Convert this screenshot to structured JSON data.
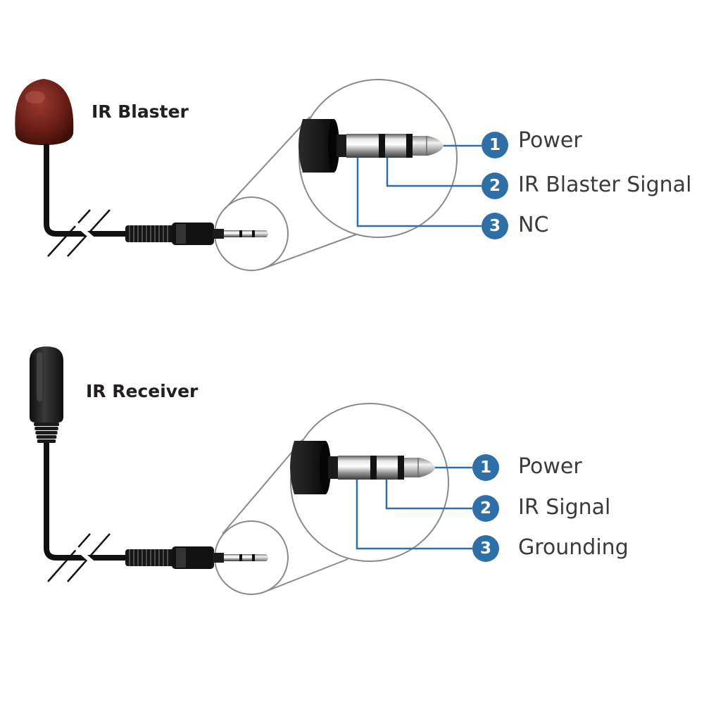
{
  "colors": {
    "accent": "#2f6fa8",
    "blaster_head": "#6b1f17",
    "receiver_head": "#1c1c1c",
    "text": "#3a3a3a"
  },
  "panels": [
    {
      "device_name": "IR Blaster",
      "pins": [
        {
          "number": "1",
          "label": "Power"
        },
        {
          "number": "2",
          "label": "IR Blaster Signal"
        },
        {
          "number": "3",
          "label": "NC"
        }
      ]
    },
    {
      "device_name": "IR Receiver",
      "pins": [
        {
          "number": "1",
          "label": "Power"
        },
        {
          "number": "2",
          "label": "IR Signal"
        },
        {
          "number": "3",
          "label": "Grounding"
        }
      ]
    }
  ]
}
